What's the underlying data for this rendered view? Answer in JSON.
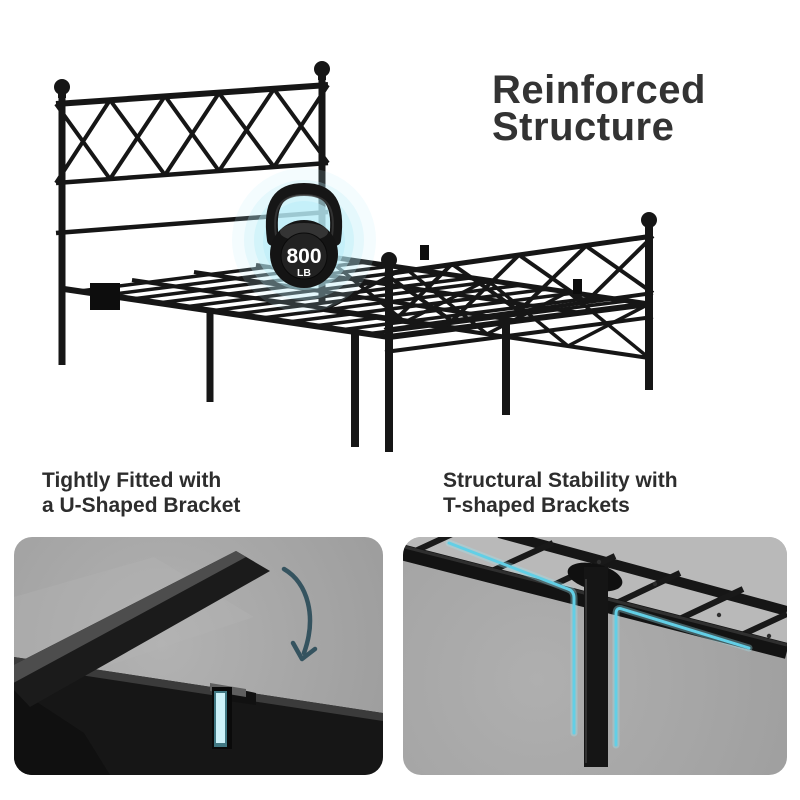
{
  "hero": {
    "headline": {
      "line1": "Reinforced",
      "line2": "Structure"
    },
    "weight_badge": {
      "value": "800",
      "unit": "LB"
    }
  },
  "features": [
    {
      "title_line1": "Tightly Fitted with",
      "title_line2": "a U-Shaped Bracket"
    },
    {
      "title_line1": "Structural Stability with",
      "title_line2": "T-shaped Brackets"
    }
  ],
  "colors": {
    "background": "#ffffff",
    "headline_text": "#333333",
    "caption_text": "#2d2d2d",
    "metal_black": "#161616",
    "accent_glow_cyan": "#aeeaf6",
    "highlight_cyan": "#62cfe6",
    "arrow_teal": "#35535f",
    "panel_gray": "#a7a7a7",
    "badge_text": "#ffffff"
  }
}
